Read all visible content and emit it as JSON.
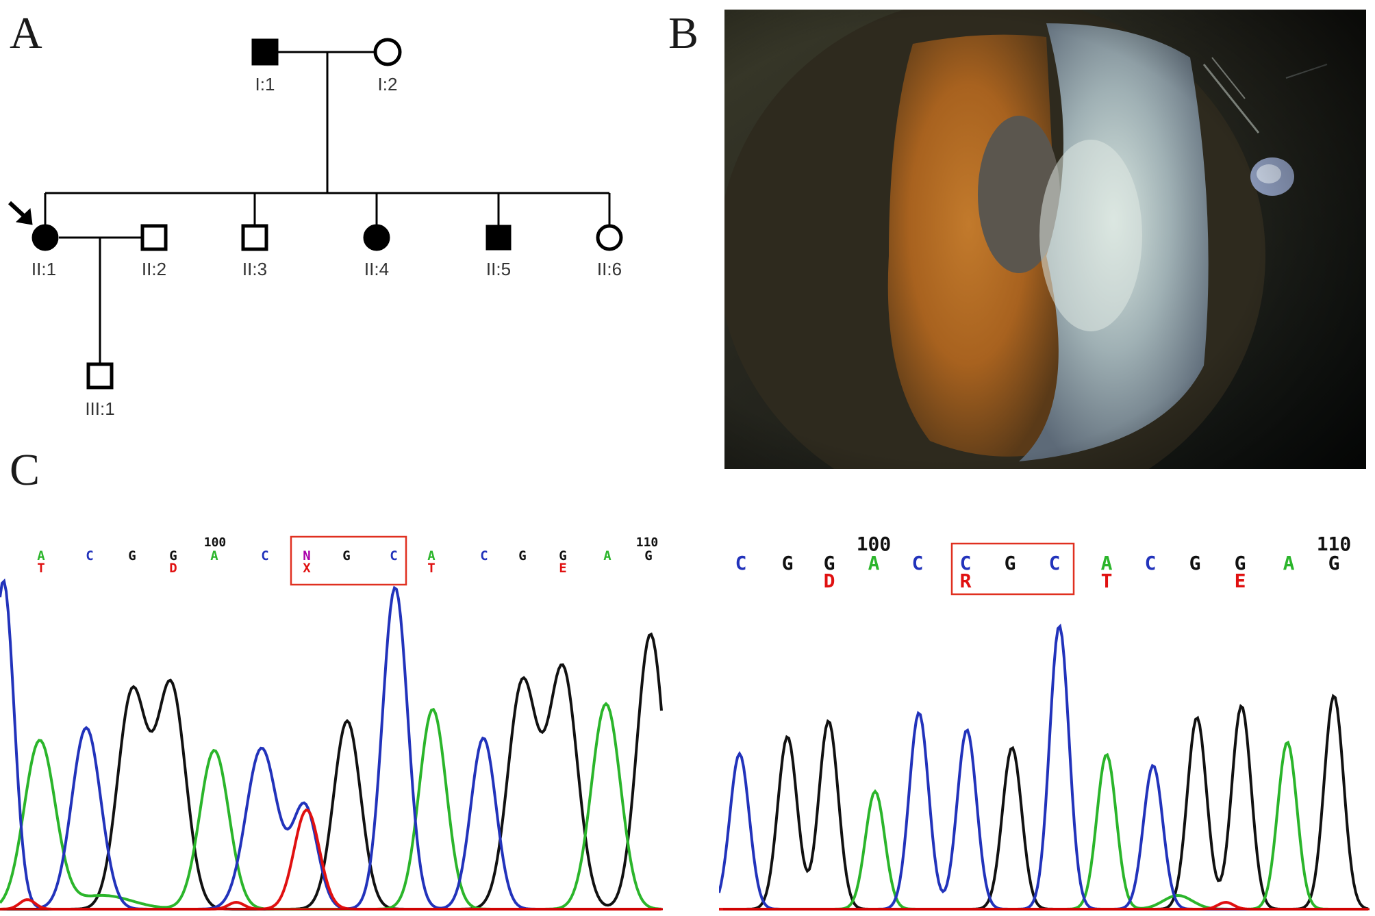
{
  "panels": {
    "a": "A",
    "b": "B",
    "c": "C"
  },
  "pedigree": {
    "individuals": [
      {
        "id": "I:1",
        "sex": "male",
        "affected": true
      },
      {
        "id": "I:2",
        "sex": "female",
        "affected": false
      },
      {
        "id": "II:1",
        "sex": "female",
        "affected": true,
        "proband": true
      },
      {
        "id": "II:2",
        "sex": "male",
        "affected": false
      },
      {
        "id": "II:3",
        "sex": "male",
        "affected": false
      },
      {
        "id": "II:4",
        "sex": "female",
        "affected": true
      },
      {
        "id": "II:5",
        "sex": "male",
        "affected": true
      },
      {
        "id": "II:6",
        "sex": "female",
        "affected": false
      },
      {
        "id": "III:1",
        "sex": "male",
        "affected": false
      }
    ]
  },
  "chromatogram_left": {
    "bases": [
      "A",
      "C",
      "G",
      "G",
      "A",
      "C",
      "N",
      "G",
      "C",
      "A",
      "C",
      "G",
      "G",
      "A",
      "G"
    ],
    "amino": [
      "T",
      "",
      "",
      "D",
      "",
      "",
      "X",
      "",
      "",
      "T",
      "",
      "",
      "E",
      "",
      ""
    ],
    "pos_labels": [
      "100",
      "110"
    ]
  },
  "chromatogram_right": {
    "bases": [
      "C",
      "G",
      "G",
      "A",
      "C",
      "C",
      "G",
      "C",
      "A",
      "C",
      "G",
      "G",
      "A",
      "G"
    ],
    "amino": [
      "",
      "",
      "D",
      "",
      "",
      "R",
      "",
      "",
      "T",
      "",
      "",
      "E",
      "",
      ""
    ],
    "pos_labels": [
      "100",
      "110"
    ]
  },
  "colors": {
    "A": "#2bb52b",
    "C": "#2233bb",
    "G": "#111111",
    "T": "#e01010",
    "N": "#aa00aa",
    "highlight": "#e03020"
  }
}
